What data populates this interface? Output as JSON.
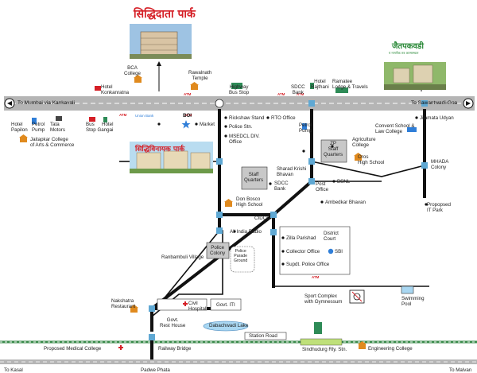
{
  "highway": {
    "left": "To Mumbai via Kankavali",
    "right": "To Sawantwadi-Goa"
  },
  "projects": {
    "top": {
      "name": "सिद्धिदाता पार्क"
    },
    "mid": {
      "name": "सिद्धिविनायक पार्क"
    },
    "right": {
      "name": "जैतपकवडी",
      "tagline": "य नागरीक तत्र आत्मास्थात"
    }
  },
  "labels": {
    "bca_college": "BCA\nCollege",
    "hotel_konkanratna": "Hotel\nKonkanratna",
    "rawalnath_temple": "Rawalnath\nTemple",
    "highway_bus_stop": "Highway\nBus Stop",
    "sdcc_bank_top": "SDCC\nBank",
    "hotel_rajthani": "Hotel\nRajthani",
    "ramatee_lodge": "Ramatee\nLodge & Travels",
    "hotel_papilon": "Hotel\nPapilon",
    "petrol_pump_left": "Petrol\nPump",
    "tata_motors": "Tata\nMotors",
    "bus_stop_gangai": "Bus\nStop Gangai",
    "hotel_left": "Hotel",
    "jaitapkar_college": "Jaitapkar College\nof Arts & Commerce",
    "boi": "BOI",
    "market": "Market",
    "union_bank": "Union Bank",
    "atm": "ATM",
    "rickshaw_stand": "Rickshaw Stand",
    "police_stn": "Police Stn.",
    "msedcl_office": "MSEDCL DIV.\nOffice",
    "rto_office": "RTO Office",
    "petrol_pump_mid": "Petrol\nPump",
    "jijamata_udyan": "Jijamata Udyan",
    "convent_school": "Convent School &\nLaw College",
    "agriculture_college": "Agriculture\nCollege",
    "zp_staff_quarters": "ZP\nStaff\nQuarters",
    "oros_high_school": "Oros\nHigh School",
    "sharad_krishi_bhavan": "Sharad Krishi\nBhavan",
    "staff_quarters": "Staff\nQuarters",
    "mhada_colony": "MHADA\nColony",
    "sdcc_bank_mid": "SDCC\nBank",
    "post_office": "Post\nOffice",
    "bsnl": "BSNL",
    "don_bosco": "Don Bosco\nHigh School",
    "ambedkar_bhavan": "Ambedkar Bhavan",
    "proposed_it_park": "Propopsed\nIT Park",
    "cidco": "CIDCO",
    "all_india_radio": "All India Radio",
    "zilla_parishad": "Zilla Parishad",
    "district_court": "District\nCourt",
    "collector_office": "Collector Office",
    "sbi": "SBI",
    "supdt_police_office": "Supdt. Police Office",
    "ranbambuli_village": "Ranbambuli Village",
    "police_colony": "Police\nColony",
    "police_parade_ground": "Police\nParade\nGround",
    "sport_complex": "Sport Complex\nwith Gymnessum",
    "swimming_pool": "Swimming\nPool",
    "nakshatra_restaurant": "Nakshatra\nRestaurant",
    "civil_hospital": "Civil\nHospital",
    "govt_iti": "Govt. ITI",
    "govt_rest_house": "Govt.\nRest House",
    "dabachwadi_lake": "Dabachwadi Lake",
    "station_road": "Station Road",
    "proposed_medical_college": "Proposed Medical College",
    "railway_bridge": "Railway Bridge",
    "sindhudurg_stn": "Sindhudurg Rly. Stn.",
    "engineering_college": "Engineering College",
    "to_kasal": "To Kasal",
    "padwe_phata": "Padwe Phata",
    "to_malvan": "To Malvan"
  },
  "colors": {
    "road": "#111111",
    "highway": "#b5b5b5",
    "node": "#5fa8d3",
    "accent": "#d51f26",
    "lake": "#a9d7f2",
    "building": "#c8c8c8",
    "rail": "#3a8a4a"
  }
}
